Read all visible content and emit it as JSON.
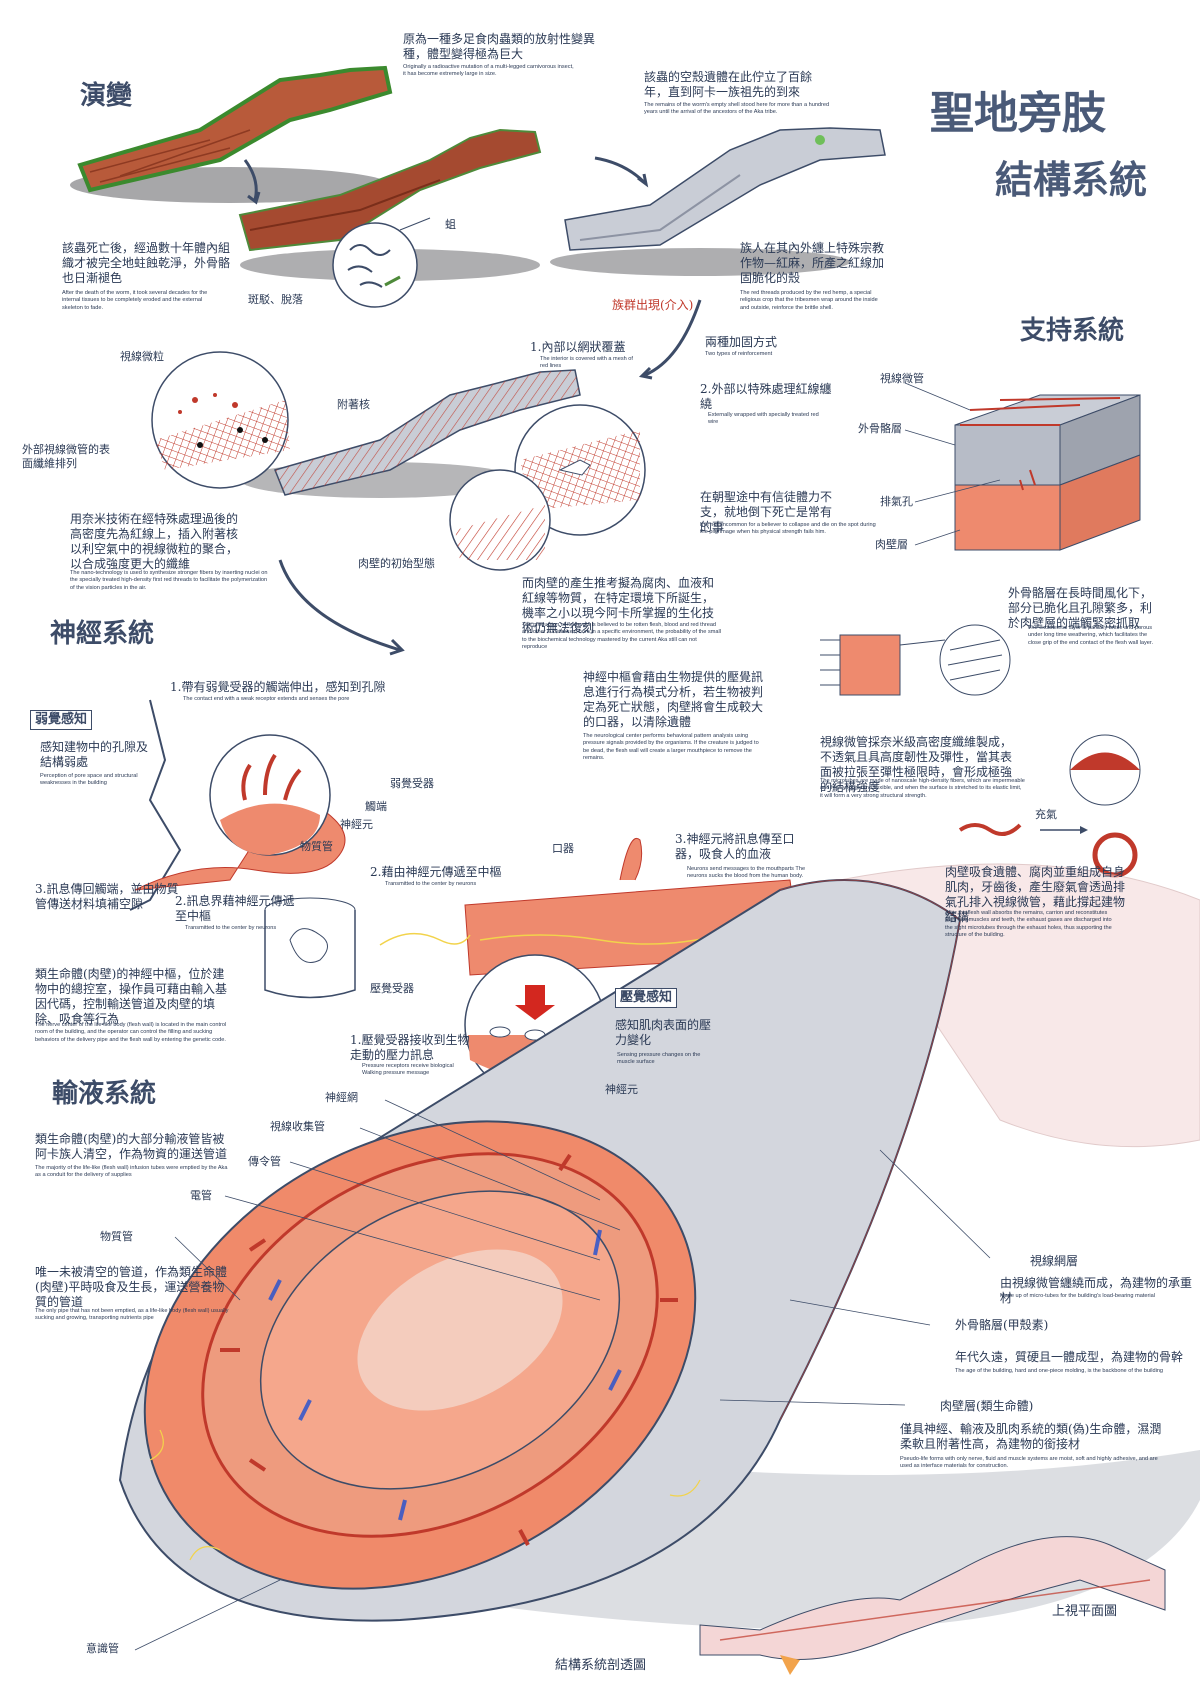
{
  "title": {
    "line1": "聖地旁肢",
    "line2": "結構系統"
  },
  "sections": {
    "evolution": "演變",
    "support": "支持系統",
    "nervous": "神經系統",
    "fluid": "輸液系統"
  },
  "evolution": {
    "stage1_zh": "原為一種多足食肉蟲類的放射性變異種，體型變得極為巨大",
    "stage1_en": "Originally a radioactive mutation of a multi-legged carnivorous insect, it has become extremely large in size.",
    "stage2_zh": "該蟲死亡後，經過數十年體內組織才被完全地蛀蝕乾淨，外骨骼也日漸褪色",
    "stage2_en": "After the death of the worm, it took several decades for the internal tissues to be completely eroded and the external skeleton to fade.",
    "stage3_zh": "該蟲的空殼遺體在此佇立了百餘年，直到阿卡一族祖先的到來",
    "stage3_en": "The remains of the worm's empty shell stood here for more than a hundred years until the arrival of the ancestors of the Aka tribe.",
    "stage4_zh": "族人在其內外纏上特殊宗教作物—紅麻，所產之紅線加固脆化的殼",
    "stage4_en": "The red threads produced by the red hemp, a special religious crop that the tribesmen wrap around the inside and outside, reinforce the brittle shell.",
    "maggot": "蛆",
    "spots": "斑駁、脫落",
    "intervention": "族群出現(介入)"
  },
  "reinforce": {
    "title_zh": "兩種加固方式",
    "title_en": "Two types of reinforcement",
    "m1_zh": "1.內部以網狀覆蓋",
    "m1_en": "The interior is covered with a mesh of red lines",
    "m2_zh": "2.外部以特殊處理紅線纏繞",
    "m2_en": "Externally wrapped with specially treated red wire",
    "pilgrim_zh": "在朝聖途中有信徒體力不支，就地倒下死亡是常有的事",
    "pilgrim_en": "It is not uncommon for a believer to collapse and die on the spot during the pilgrimage when his physical strength fails him.",
    "particles": "視線微粒",
    "nucleus": "附著核",
    "surface_fiber": "外部視線微管的表面纖維排列",
    "nano_zh": "用奈米技術在經特殊處理過後的高密度先為紅線上，插入附著核以利空氣中的視線微粒的聚合，以合成強度更大的纖維",
    "nano_en": "The nano-technology is used to synthesize stronger fibers by inserting nuclei on the specially treated high-density first red threads to facilitate the polymerization of the vision particles in the air.",
    "initial_wall": "肉壁的初始型態",
    "flesh_zh": "而肉壁的產生推考擬為腐肉、血液和紅線等物質，在特定環境下所誕生，機率之小以現今阿卡所掌握的生化技術仍無法復刻",
    "flesh_en": "The production of flesh wall is believed to be rotten flesh, blood and red thread and other substances, born in a specific environment, the probability of the small to the biochemical technology mastered by the current Aka still can not reproduce"
  },
  "support": {
    "l_microtube": "視線微管",
    "l_exo": "外骨骼層",
    "l_vent": "排氣孔",
    "l_flesh": "肉壁層",
    "exo_zh": "外骨骼層在長時間風化下，部分已脆化且孔隙繁多，利於肉壁層的端觸緊密抓取",
    "exo_en": "The exoskeletal layer is partially brittle and porous under long time weathering, which facilitates the close grip of the end contact of the flesh wall layer.",
    "tube_zh": "視線微管採奈米級高密度纖維製成，不透氣且具高度韌性及彈性，當其表面被拉張至彈性極限時，會形成極強的結構強度",
    "tube_en": "The microtubes are made of nanoscale high-density fibers, which are impermeable and highly tough and flexible, and when the surface is stretched to its elastic limit, it will form a very strong structural strength.",
    "inflate": "充氣",
    "absorb_zh": "肉壁吸食遺體、腐肉並重組成自身肌肉，牙齒後，產生廢氣會透過排氣孔排入視線微管，藉此撐起建物結構",
    "absorb_en": "After the flesh wall absorbs the remains, carrion and reconstitutes itself into muscles and teeth, the exhaust gases are discharged into the sight microtubes through the exhaust holes, thus supporting the structure of the building."
  },
  "nervous": {
    "weak_box": "弱覺感知",
    "weak_zh": "感知建物中的孔隙及結構弱處",
    "weak_en": "Perception of pore space and structural weaknesses in the building",
    "s1_zh": "1.帶有弱覺受器的觸端伸出，感知到孔隙",
    "s1_en": "The contact end with a weak receptor extends and senses the pore",
    "weak_receptor": "弱覺受器",
    "tentacle": "觸端",
    "neuron": "神經元",
    "material_pipe": "物質管",
    "s2_zh": "2.訊息界藉神經元傳遞至中樞",
    "s2_en": "Transmitted to the center by neurons",
    "s3_zh": "3.訊息傳回觸端，並由物質管傳送材料填補空隙",
    "center_zh": "神經中樞會藉由生物提供的壓覺訊息進行行為模式分析，若生物被判定為死亡狀態，肉壁將會生成較大的口器，以清除遺體",
    "center_en": "The neurological center performs behavioral pattern analysis using pressure signals provided by the organisms. If the creature is judged to be dead, the flesh wall will create a larger mouthpiece to remove the remains.",
    "core_zh": "類生命體(肉壁)的神經中樞，位於建物中的總控室，操作員可藉由輸入基因代碼，控制輸送管道及肉壁的填除、吸食等行為",
    "core_en": "The nerve center of the life-like body (flesh wall) is located in the main control room of the building, and the operator can control the filling and sucking behaviors of the delivery pipe and the flesh wall by entering the genetic code.",
    "p2_zh": "2.藉由神經元傳遞至中樞",
    "p2_en": "Transmitted to the center by neurons",
    "p3_zh": "3.神經元將訊息傳至口器，吸食人的血液",
    "p3_en": "Neurons send messages to the mouthparts The neurons sucks the blood from the human body.",
    "mouth": "口器",
    "pressure_receptor": "壓覺受器",
    "p1_zh": "1.壓覺受器接收到生物走動的壓力訊息",
    "p1_en": "Pressure receptors receive biological Walking pressure message",
    "pressure_box": "壓覺感知",
    "pressure_zh": "感知肌肉表面的壓力變化",
    "pressure_en": "Sensing pressure changes on the muscle surface",
    "neuron2": "神經元"
  },
  "fluid": {
    "intro_zh": "類生命體(肉壁)的大部分輸液管皆被阿卡族人清空，作為物資的運送管道",
    "intro_en": "The majority of the life-like (flesh wall) infusion tubes were emptied by the Aka as a conduit for the delivery of supplies",
    "l_nerve_net": "神經網",
    "l_collect": "視線收集管",
    "l_message": "傳令管",
    "l_electric": "電管",
    "l_material": "物質管",
    "material_zh": "唯一未被清空的管道，作為類生命體(肉壁)平時吸食及生長，運送營養物質的管道",
    "material_en": "The only pipe that has not been emptied, as a life-like body (flesh wall) usually sucking and growing, transporting nutrients pipe",
    "l_conscious": "意識管",
    "net_layer": "視線網層",
    "net_zh": "由視線微管纏繞而成，為建物的承重材",
    "net_en": "Made up of micro-tubes for the building's load-bearing material",
    "exo_layer": "外骨骼層(甲殼素)",
    "exo_zh": "年代久遠，質硬且一體成型，為建物的骨幹",
    "exo_en": "The age of the building, hard and one-piece molding, is the backbone of the building",
    "flesh_layer": "肉壁層(類生命體)",
    "flesh_zh": "僅具神經、輸液及肌肉系統的類(偽)生命體，濕潤柔軟且附著性高，為建物的銜接材",
    "flesh_en": "Pseudo-life forms with only nerve, fluid and muscle systems are moist, soft and highly adhesive, and are used as interface materials for construction.",
    "section_caption": "結構系統剖透圖",
    "plan_caption": "上視平面圖"
  },
  "colors": {
    "ink": "#2b3a55",
    "flesh": "#ee8a6e",
    "red": "#c0392b",
    "bone": "#c9cdd6",
    "nerve": "#f2d34b",
    "tube_blue": "#1f4fd1"
  }
}
